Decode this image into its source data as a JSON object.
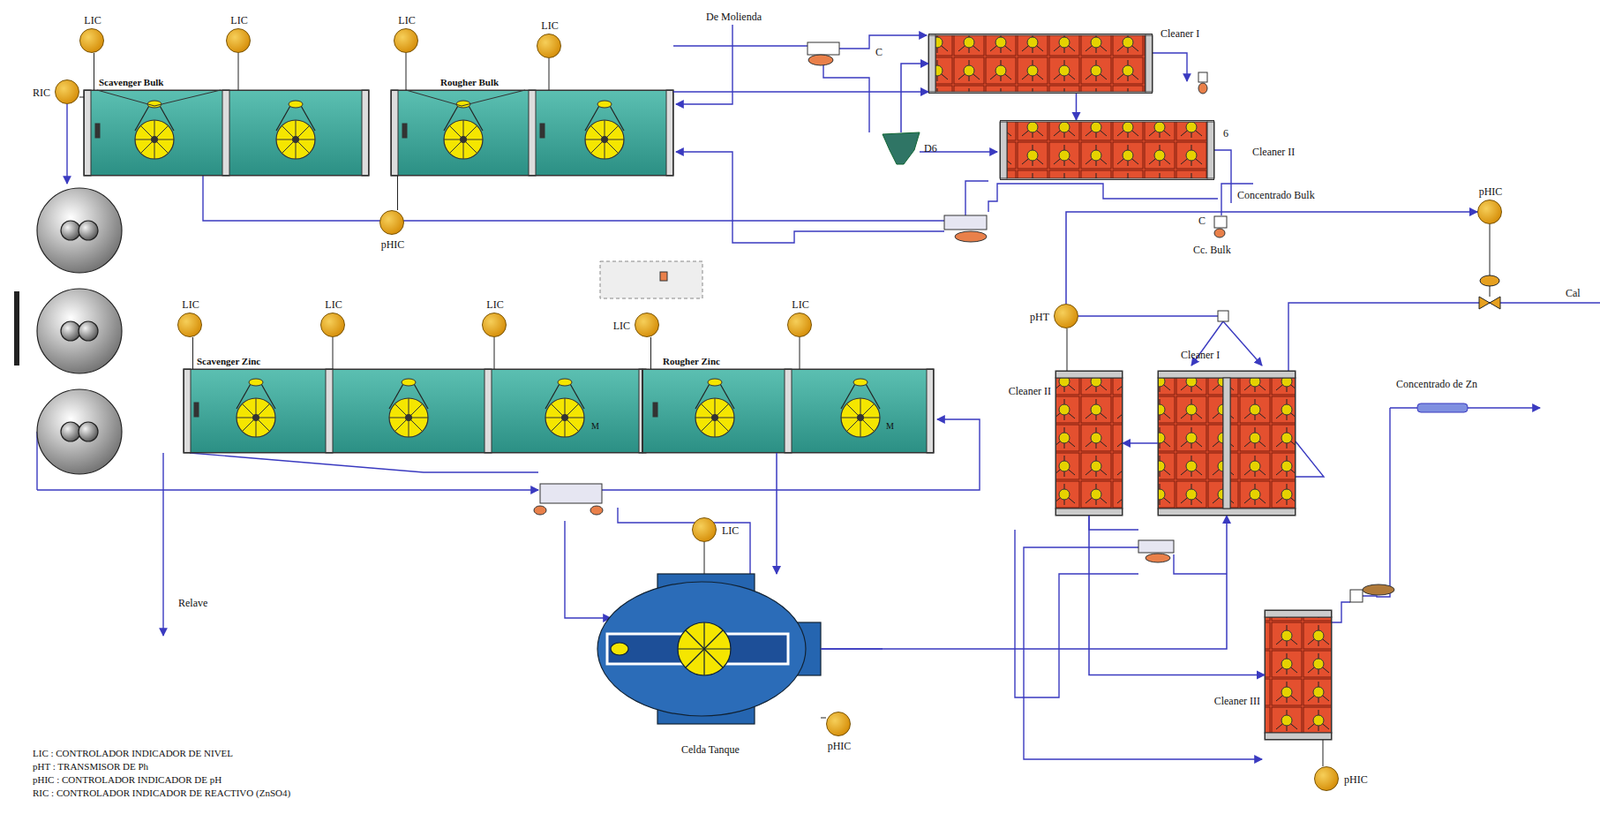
{
  "diagram": {
    "nodes": [
      {
        "text": [
          "LIC"
        ]
      },
      {
        "text": [
          "RIC"
        ]
      },
      {
        "text": [
          "LIC"
        ]
      },
      {
        "text": [
          "LIC"
        ]
      },
      {
        "text": [
          "LIC"
        ]
      },
      {
        "text": [
          "Scavenger Bulk"
        ]
      },
      {
        "text": [
          "Rougher Bulk"
        ]
      },
      {
        "text": [
          "Cleaner I"
        ]
      },
      {
        "text": [
          "D6"
        ]
      },
      {
        "text": [
          "Cleaner II"
        ]
      },
      {
        "text": [
          "pHIC"
        ]
      },
      {
        "text": [
          "LIC"
        ]
      },
      {
        "text": [
          "LIC"
        ]
      },
      {
        "text": [
          "LIC"
        ]
      },
      {
        "text": [
          "LIC"
        ]
      },
      {
        "text": [
          "LIC"
        ]
      },
      {
        "text": [
          "pHT"
        ]
      },
      {
        "text": [
          "pHIC"
        ]
      },
      {
        "text": [
          "Scavenger Zinc"
        ]
      },
      {
        "text": [
          "Rougher Zinc"
        ]
      },
      {
        "text": [
          "Cleaner II"
        ]
      },
      {
        "text": [
          "Cleaner I"
        ]
      },
      {
        "text": [
          "LIC"
        ]
      },
      {
        "text": [
          "Celda Tanque"
        ]
      },
      {
        "text": [
          "pHIC"
        ]
      },
      {
        "text": [
          "Cleaner III"
        ]
      },
      {
        "text": [
          "pHIC"
        ]
      }
    ],
    "edges": [
      {
        "from": 0,
        "to": 5,
        "arrow": "none"
      },
      {
        "from": 1,
        "to": 5,
        "arrow": "none"
      },
      {
        "from": 2,
        "to": 5,
        "arrow": "none"
      },
      {
        "from": 3,
        "to": 6,
        "arrow": "none"
      },
      {
        "from": 4,
        "to": 6,
        "arrow": "none"
      },
      {
        "from": 10,
        "to": 6,
        "arrow": "none"
      },
      {
        "from": 6,
        "to": 7,
        "arrow": "to"
      },
      {
        "from": 7,
        "to": 9,
        "arrow": "to"
      },
      {
        "from": 8,
        "to": 7,
        "arrow": "to"
      },
      {
        "from": 11,
        "to": 18,
        "arrow": "none"
      },
      {
        "from": 12,
        "to": 18,
        "arrow": "none"
      },
      {
        "from": 13,
        "to": 18,
        "arrow": "none"
      },
      {
        "from": 14,
        "to": 19,
        "arrow": "none"
      },
      {
        "from": 15,
        "to": 19,
        "arrow": "none"
      },
      {
        "from": 16,
        "to": 17,
        "arrow": "to"
      },
      {
        "from": 19,
        "to": 23,
        "arrow": "to"
      },
      {
        "from": 22,
        "to": 23,
        "arrow": "none"
      },
      {
        "from": 24,
        "to": 23,
        "arrow": "none"
      },
      {
        "from": 23,
        "to": 21,
        "arrow": "to"
      },
      {
        "from": 21,
        "to": 20,
        "arrow": "to"
      },
      {
        "from": 20,
        "to": 25,
        "arrow": "to"
      },
      {
        "from": 26,
        "to": 25,
        "arrow": "none"
      },
      {
        "from": 16,
        "to": 20,
        "arrow": "none"
      }
    ],
    "labels": [
      "De Molienda",
      "C",
      "6",
      "Concentrado Bulk",
      "C",
      "Cc. Bulk",
      "M",
      "M",
      "Cal",
      "Concentrado de Zn",
      "Relave"
    ],
    "legend": [
      {
        "text": "LIC : CONTROLADOR INDICADOR DE NIVEL"
      },
      {
        "text": "pHT : TRANSMISOR DE Ph"
      },
      {
        "text": "pHIC : CONTROLADOR INDICADOR DE pH"
      },
      {
        "text": "RIC : CONTROLADOR INDICADOR DE REACTIVO (ZnSO4)"
      }
    ]
  }
}
